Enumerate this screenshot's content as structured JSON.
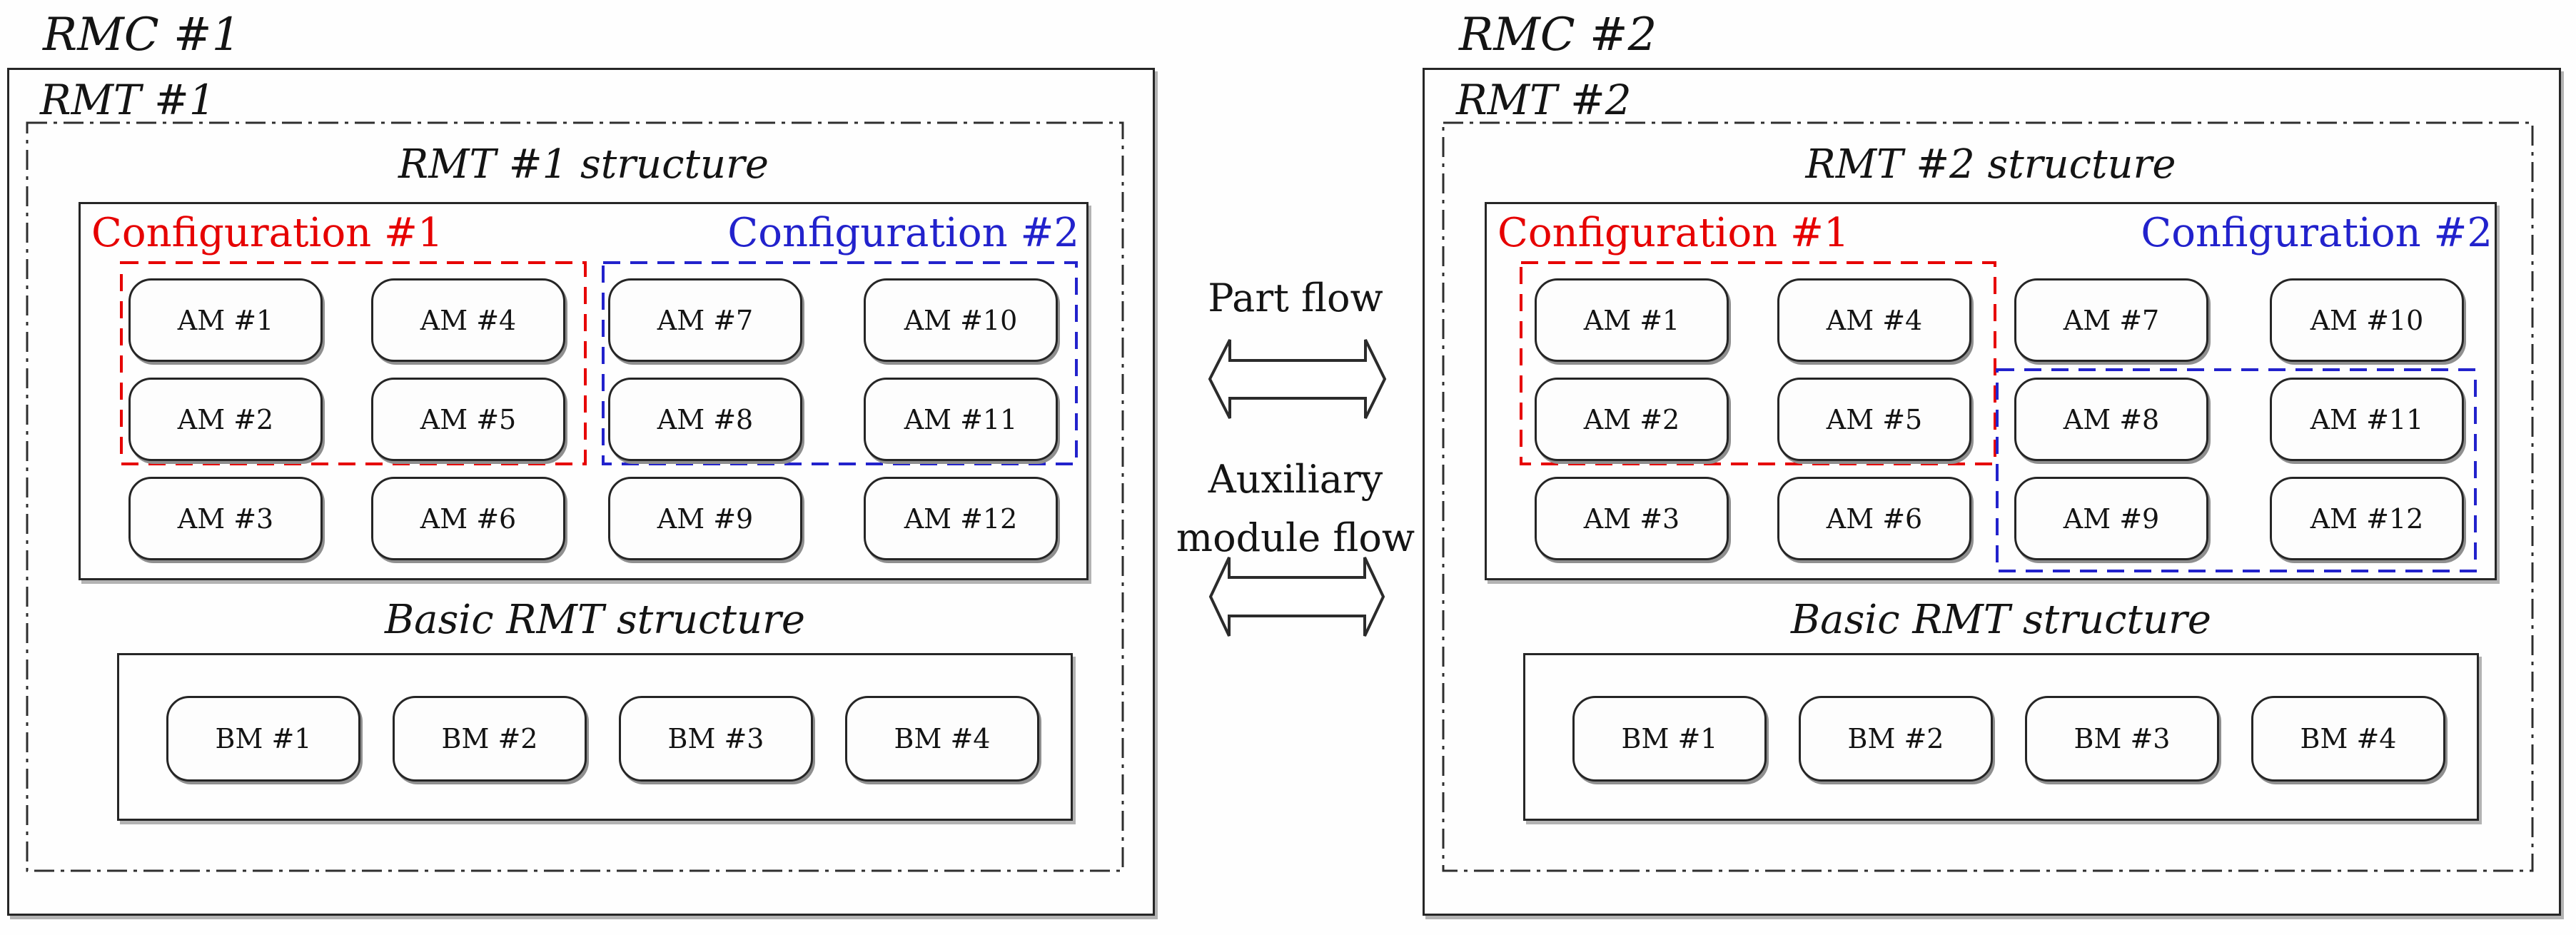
{
  "colors": {
    "configuration1_red": "#e60000",
    "configuration2_blue": "#2222cc",
    "outline_black": "#262626",
    "arrow_fill": "#ffffff"
  },
  "left_panel": {
    "rmc_label": "RMC #1",
    "rmt_label": "RMT #1",
    "structure_title": "RMT #1 structure",
    "config1_label": "Configuration #1",
    "config2_label": "Configuration #2",
    "am_modules": [
      "AM #1",
      "AM #4",
      "AM #7",
      "AM #10",
      "AM #2",
      "AM #5",
      "AM #8",
      "AM #11",
      "AM #3",
      "AM #6",
      "AM #9",
      "AM #12"
    ],
    "basic_title": "Basic RMT structure",
    "bm_modules": [
      "BM #1",
      "BM #2",
      "BM #3",
      "BM #4"
    ]
  },
  "middle": {
    "part_flow_label": "Part flow",
    "aux_flow_line1": "Auxiliary",
    "aux_flow_line2": "module flow"
  },
  "right_panel": {
    "rmc_label": "RMC #2",
    "rmt_label": "RMT #2",
    "structure_title": "RMT #2 structure",
    "config1_label": "Configuration #1",
    "config2_label": "Configuration #2",
    "am_modules": [
      "AM #1",
      "AM #4",
      "AM #7",
      "AM #10",
      "AM #2",
      "AM #5",
      "AM #8",
      "AM #11",
      "AM #3",
      "AM #6",
      "AM #9",
      "AM #12"
    ],
    "basic_title": "Basic RMT structure",
    "bm_modules": [
      "BM #1",
      "BM #2",
      "BM #3",
      "BM #4"
    ]
  }
}
